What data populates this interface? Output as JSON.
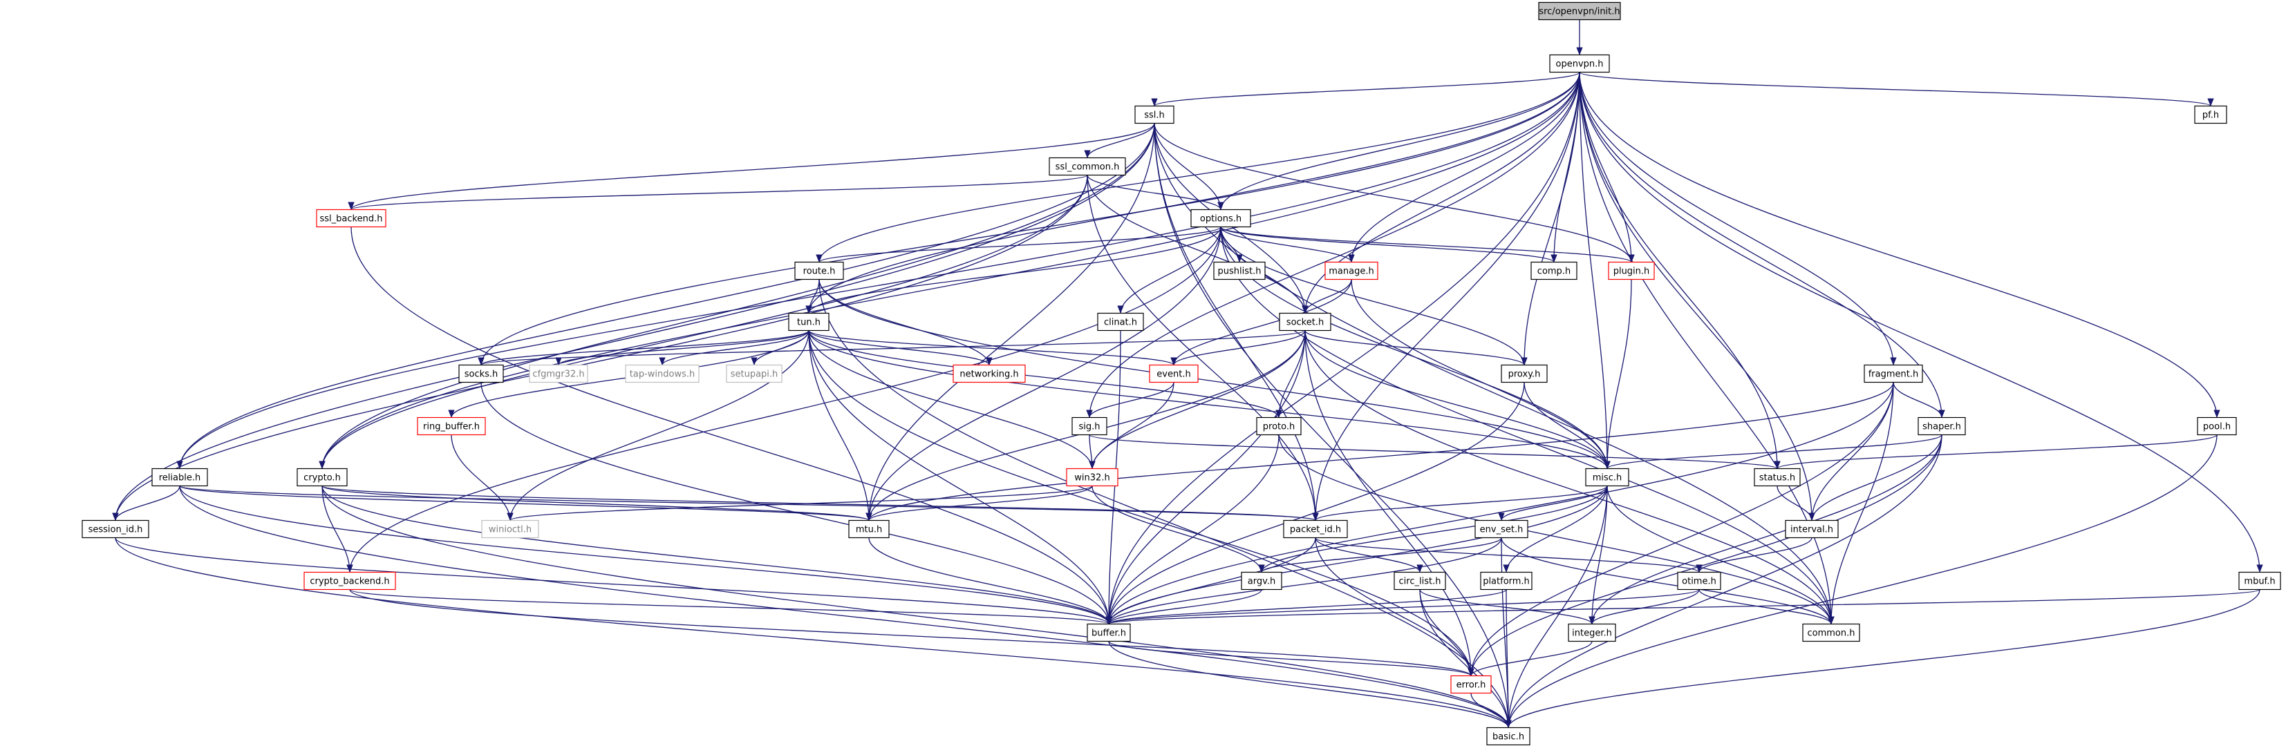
{
  "colors": {
    "edge": "#191970",
    "normal_border": "#000000",
    "red_border": "#ff0000",
    "grey_border": "#bfbfbf",
    "root_fill": "#bfbfbf",
    "text": "#000000",
    "grey_text": "#7f7f7f"
  },
  "nodes": [
    {
      "id": "init",
      "label": "src/openvpn/init.h",
      "style": "root"
    },
    {
      "id": "openvpn",
      "label": "openvpn.h",
      "style": "normal"
    },
    {
      "id": "ssl",
      "label": "ssl.h",
      "style": "normal"
    },
    {
      "id": "pf",
      "label": "pf.h",
      "style": "normal"
    },
    {
      "id": "ssl_common",
      "label": "ssl_common.h",
      "style": "normal"
    },
    {
      "id": "ssl_backend",
      "label": "ssl_backend.h",
      "style": "red"
    },
    {
      "id": "options",
      "label": "options.h",
      "style": "normal"
    },
    {
      "id": "route",
      "label": "route.h",
      "style": "normal"
    },
    {
      "id": "pushlist",
      "label": "pushlist.h",
      "style": "normal"
    },
    {
      "id": "manage",
      "label": "manage.h",
      "style": "red"
    },
    {
      "id": "comp",
      "label": "comp.h",
      "style": "normal"
    },
    {
      "id": "plugin",
      "label": "plugin.h",
      "style": "red"
    },
    {
      "id": "tun",
      "label": "tun.h",
      "style": "normal"
    },
    {
      "id": "clinat",
      "label": "clinat.h",
      "style": "normal"
    },
    {
      "id": "socket",
      "label": "socket.h",
      "style": "normal"
    },
    {
      "id": "socks",
      "label": "socks.h",
      "style": "normal"
    },
    {
      "id": "cfgmgr32",
      "label": "cfgmgr32.h",
      "style": "grey"
    },
    {
      "id": "tapwin",
      "label": "tap-windows.h",
      "style": "grey"
    },
    {
      "id": "setupapi",
      "label": "setupapi.h",
      "style": "grey"
    },
    {
      "id": "networking",
      "label": "networking.h",
      "style": "red"
    },
    {
      "id": "event",
      "label": "event.h",
      "style": "red"
    },
    {
      "id": "proxy",
      "label": "proxy.h",
      "style": "normal"
    },
    {
      "id": "fragment",
      "label": "fragment.h",
      "style": "normal"
    },
    {
      "id": "ring_buffer",
      "label": "ring_buffer.h",
      "style": "red"
    },
    {
      "id": "sig",
      "label": "sig.h",
      "style": "normal"
    },
    {
      "id": "proto",
      "label": "proto.h",
      "style": "normal"
    },
    {
      "id": "shaper",
      "label": "shaper.h",
      "style": "normal"
    },
    {
      "id": "pool",
      "label": "pool.h",
      "style": "normal"
    },
    {
      "id": "reliable",
      "label": "reliable.h",
      "style": "normal"
    },
    {
      "id": "crypto",
      "label": "crypto.h",
      "style": "normal"
    },
    {
      "id": "win32",
      "label": "win32.h",
      "style": "red"
    },
    {
      "id": "misc",
      "label": "misc.h",
      "style": "normal"
    },
    {
      "id": "status",
      "label": "status.h",
      "style": "normal"
    },
    {
      "id": "session_id",
      "label": "session_id.h",
      "style": "normal"
    },
    {
      "id": "winioctl",
      "label": "winioctl.h",
      "style": "grey"
    },
    {
      "id": "mtu",
      "label": "mtu.h",
      "style": "normal"
    },
    {
      "id": "packet_id",
      "label": "packet_id.h",
      "style": "normal"
    },
    {
      "id": "env_set",
      "label": "env_set.h",
      "style": "normal"
    },
    {
      "id": "interval",
      "label": "interval.h",
      "style": "normal"
    },
    {
      "id": "crypto_backend",
      "label": "crypto_backend.h",
      "style": "red"
    },
    {
      "id": "argv",
      "label": "argv.h",
      "style": "normal"
    },
    {
      "id": "circ_list",
      "label": "circ_list.h",
      "style": "normal"
    },
    {
      "id": "platform",
      "label": "platform.h",
      "style": "normal"
    },
    {
      "id": "otime",
      "label": "otime.h",
      "style": "normal"
    },
    {
      "id": "mbuf",
      "label": "mbuf.h",
      "style": "normal"
    },
    {
      "id": "buffer",
      "label": "buffer.h",
      "style": "normal"
    },
    {
      "id": "common",
      "label": "common.h",
      "style": "normal"
    },
    {
      "id": "integer",
      "label": "integer.h",
      "style": "normal"
    },
    {
      "id": "error",
      "label": "error.h",
      "style": "red"
    },
    {
      "id": "basic",
      "label": "basic.h",
      "style": "normal"
    }
  ],
  "edges": [
    [
      "init",
      "openvpn"
    ],
    [
      "openvpn",
      "ssl"
    ],
    [
      "openvpn",
      "pf"
    ],
    [
      "openvpn",
      "options"
    ],
    [
      "openvpn",
      "route"
    ],
    [
      "openvpn",
      "manage"
    ],
    [
      "openvpn",
      "comp"
    ],
    [
      "openvpn",
      "plugin"
    ],
    [
      "openvpn",
      "tun"
    ],
    [
      "openvpn",
      "socket"
    ],
    [
      "openvpn",
      "socks"
    ],
    [
      "openvpn",
      "proxy"
    ],
    [
      "openvpn",
      "fragment"
    ],
    [
      "openvpn",
      "sig"
    ],
    [
      "openvpn",
      "shaper"
    ],
    [
      "openvpn",
      "pool"
    ],
    [
      "openvpn",
      "crypto"
    ],
    [
      "openvpn",
      "misc"
    ],
    [
      "openvpn",
      "status"
    ],
    [
      "openvpn",
      "packet_id"
    ],
    [
      "openvpn",
      "interval"
    ],
    [
      "openvpn",
      "mbuf"
    ],
    [
      "openvpn",
      "buffer"
    ],
    [
      "openvpn",
      "common"
    ],
    [
      "openvpn",
      "reliable"
    ],
    [
      "ssl",
      "ssl_common"
    ],
    [
      "ssl",
      "ssl_backend"
    ],
    [
      "ssl",
      "options"
    ],
    [
      "ssl",
      "plugin"
    ],
    [
      "ssl",
      "socket"
    ],
    [
      "ssl",
      "crypto"
    ],
    [
      "ssl",
      "mtu"
    ],
    [
      "ssl",
      "session_id"
    ],
    [
      "ssl",
      "reliable"
    ],
    [
      "ssl",
      "packet_id"
    ],
    [
      "ssl",
      "basic"
    ],
    [
      "ssl",
      "common"
    ],
    [
      "ssl_common",
      "ssl_backend"
    ],
    [
      "ssl_common",
      "options"
    ],
    [
      "ssl_common",
      "socket"
    ],
    [
      "ssl_common",
      "crypto"
    ],
    [
      "ssl_common",
      "session_id"
    ],
    [
      "ssl_common",
      "packet_id"
    ],
    [
      "ssl_backend",
      "buffer"
    ],
    [
      "options",
      "route"
    ],
    [
      "options",
      "pushlist"
    ],
    [
      "options",
      "manage"
    ],
    [
      "options",
      "comp"
    ],
    [
      "options",
      "plugin"
    ],
    [
      "options",
      "tun"
    ],
    [
      "options",
      "clinat"
    ],
    [
      "options",
      "socket"
    ],
    [
      "options",
      "proxy"
    ],
    [
      "options",
      "mtu"
    ],
    [
      "options",
      "misc"
    ],
    [
      "options",
      "crypto_backend"
    ],
    [
      "options",
      "common"
    ],
    [
      "route",
      "tun"
    ],
    [
      "route",
      "networking"
    ],
    [
      "route",
      "misc"
    ],
    [
      "route",
      "basic"
    ],
    [
      "manage",
      "socket"
    ],
    [
      "manage",
      "event"
    ],
    [
      "manage",
      "misc"
    ],
    [
      "plugin",
      "misc"
    ],
    [
      "clinat",
      "buffer"
    ],
    [
      "tun",
      "socks"
    ],
    [
      "tun",
      "cfgmgr32"
    ],
    [
      "tun",
      "tapwin"
    ],
    [
      "tun",
      "setupapi"
    ],
    [
      "tun",
      "networking"
    ],
    [
      "tun",
      "event"
    ],
    [
      "tun",
      "proto"
    ],
    [
      "tun",
      "misc"
    ],
    [
      "tun",
      "ring_buffer"
    ],
    [
      "tun",
      "win32"
    ],
    [
      "tun",
      "mtu"
    ],
    [
      "tun",
      "winioctl"
    ],
    [
      "tun",
      "buffer"
    ],
    [
      "tun",
      "error"
    ],
    [
      "socket",
      "socks"
    ],
    [
      "socket",
      "event"
    ],
    [
      "socket",
      "proxy"
    ],
    [
      "socket",
      "proto"
    ],
    [
      "socket",
      "misc"
    ],
    [
      "socket",
      "win32"
    ],
    [
      "socket",
      "mtu"
    ],
    [
      "socket",
      "buffer"
    ],
    [
      "socket",
      "error"
    ],
    [
      "socket",
      "common"
    ],
    [
      "socks",
      "buffer"
    ],
    [
      "event",
      "sig"
    ],
    [
      "event",
      "win32"
    ],
    [
      "proxy",
      "misc"
    ],
    [
      "proxy",
      "buffer"
    ],
    [
      "fragment",
      "shaper"
    ],
    [
      "fragment",
      "interval"
    ],
    [
      "fragment",
      "mtu"
    ],
    [
      "fragment",
      "buffer"
    ],
    [
      "fragment",
      "common"
    ],
    [
      "fragment",
      "error"
    ],
    [
      "ring_buffer",
      "winioctl"
    ],
    [
      "sig",
      "status"
    ],
    [
      "sig",
      "win32"
    ],
    [
      "proto",
      "buffer"
    ],
    [
      "proto",
      "common"
    ],
    [
      "shaper",
      "misc"
    ],
    [
      "shaper",
      "interval"
    ],
    [
      "shaper",
      "integer"
    ],
    [
      "shaper",
      "error"
    ],
    [
      "shaper",
      "basic"
    ],
    [
      "pool",
      "status"
    ],
    [
      "pool",
      "basic"
    ],
    [
      "reliable",
      "session_id"
    ],
    [
      "reliable",
      "mtu"
    ],
    [
      "reliable",
      "packet_id"
    ],
    [
      "reliable",
      "buffer"
    ],
    [
      "reliable",
      "basic"
    ],
    [
      "crypto",
      "crypto_backend"
    ],
    [
      "crypto",
      "mtu"
    ],
    [
      "crypto",
      "packet_id"
    ],
    [
      "crypto",
      "buffer"
    ],
    [
      "crypto",
      "basic"
    ],
    [
      "win32",
      "winioctl"
    ],
    [
      "win32",
      "mtu"
    ],
    [
      "win32",
      "argv"
    ],
    [
      "misc",
      "packet_id"
    ],
    [
      "misc",
      "env_set"
    ],
    [
      "misc",
      "argv"
    ],
    [
      "misc",
      "platform"
    ],
    [
      "misc",
      "integer"
    ],
    [
      "misc",
      "buffer"
    ],
    [
      "misc",
      "common"
    ],
    [
      "misc",
      "basic"
    ],
    [
      "status",
      "interval"
    ],
    [
      "session_id",
      "buffer"
    ],
    [
      "session_id",
      "basic"
    ],
    [
      "mtu",
      "buffer"
    ],
    [
      "packet_id",
      "circ_list"
    ],
    [
      "packet_id",
      "otime"
    ],
    [
      "packet_id",
      "buffer"
    ],
    [
      "packet_id",
      "error"
    ],
    [
      "env_set",
      "argv"
    ],
    [
      "env_set",
      "buffer"
    ],
    [
      "env_set",
      "common"
    ],
    [
      "env_set",
      "basic"
    ],
    [
      "interval",
      "otime"
    ],
    [
      "crypto_backend",
      "buffer"
    ],
    [
      "crypto_backend",
      "error"
    ],
    [
      "argv",
      "buffer"
    ],
    [
      "circ_list",
      "integer"
    ],
    [
      "circ_list",
      "error"
    ],
    [
      "circ_list",
      "basic"
    ],
    [
      "platform",
      "buffer"
    ],
    [
      "platform",
      "basic"
    ],
    [
      "otime",
      "common"
    ],
    [
      "otime",
      "integer"
    ],
    [
      "otime",
      "buffer"
    ],
    [
      "mbuf",
      "buffer"
    ],
    [
      "mbuf",
      "basic"
    ],
    [
      "buffer",
      "error"
    ],
    [
      "buffer",
      "basic"
    ],
    [
      "integer",
      "error"
    ],
    [
      "error",
      "basic"
    ]
  ]
}
